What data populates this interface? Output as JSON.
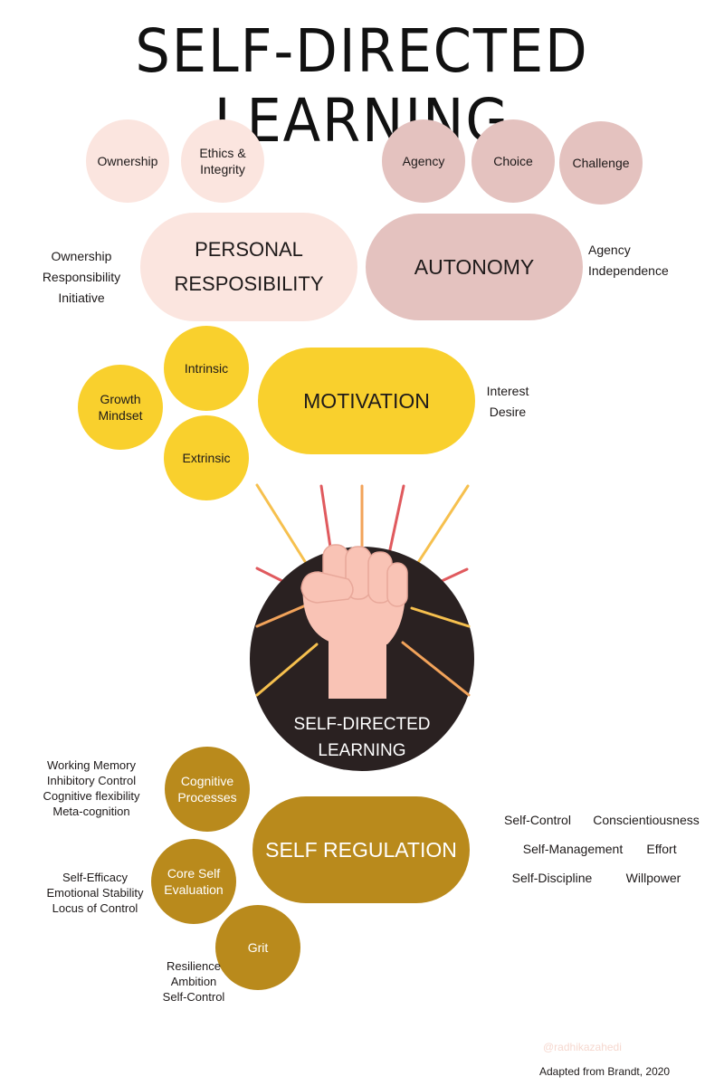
{
  "title": "SELF-DIRECTED LEARNING",
  "personal_responsibility": {
    "label_line1": "PERSONAL",
    "label_line2": "RESPOSIBILITY",
    "bubbles": [
      "Ownership",
      "Ethics &",
      "Integrity"
    ],
    "side": [
      "Ownership",
      "Responsibility",
      "Initiative"
    ]
  },
  "autonomy": {
    "label": "AUTONOMY",
    "bubbles": [
      "Agency",
      "Choice",
      "Challenge"
    ],
    "side": [
      "Agency",
      "Independence"
    ]
  },
  "motivation": {
    "label": "MOTIVATION",
    "bubbles": [
      "Intrinsic",
      "Growth",
      "Mindset",
      "Extrinsic"
    ],
    "side": [
      "Interest",
      "Desire"
    ]
  },
  "center": {
    "line1": "SELF-DIRECTED",
    "line2": "LEARNING"
  },
  "self_regulation": {
    "label": "SELF REGULATION",
    "bubbles": [
      "Cognitive",
      "Processes",
      "Core Self",
      "Evaluation",
      "Grit"
    ],
    "cognitive_side": [
      "Working Memory",
      "Inhibitory Control",
      "Cognitive flexibility",
      "Meta-cognition"
    ],
    "core_side": [
      "Self-Efficacy",
      "Emotional Stability",
      "Locus of Control"
    ],
    "grit_side": [
      "Resilience",
      "Ambition",
      "Self-Control"
    ],
    "traits": [
      "Self-Control",
      "Conscientiousness",
      "Self-Management",
      "Effort",
      "Self-Discipline",
      "Willpower"
    ]
  },
  "watermark": "@radhikazahedi",
  "attribution": "Adapted from Brandt, 2020",
  "colors": {
    "pale": "#fbe5df",
    "rose": "#e4c2bf",
    "yellow": "#f9d02d",
    "gold": "#b98a1c",
    "dark": "#2a2121",
    "fist": "#f9c3b5"
  }
}
